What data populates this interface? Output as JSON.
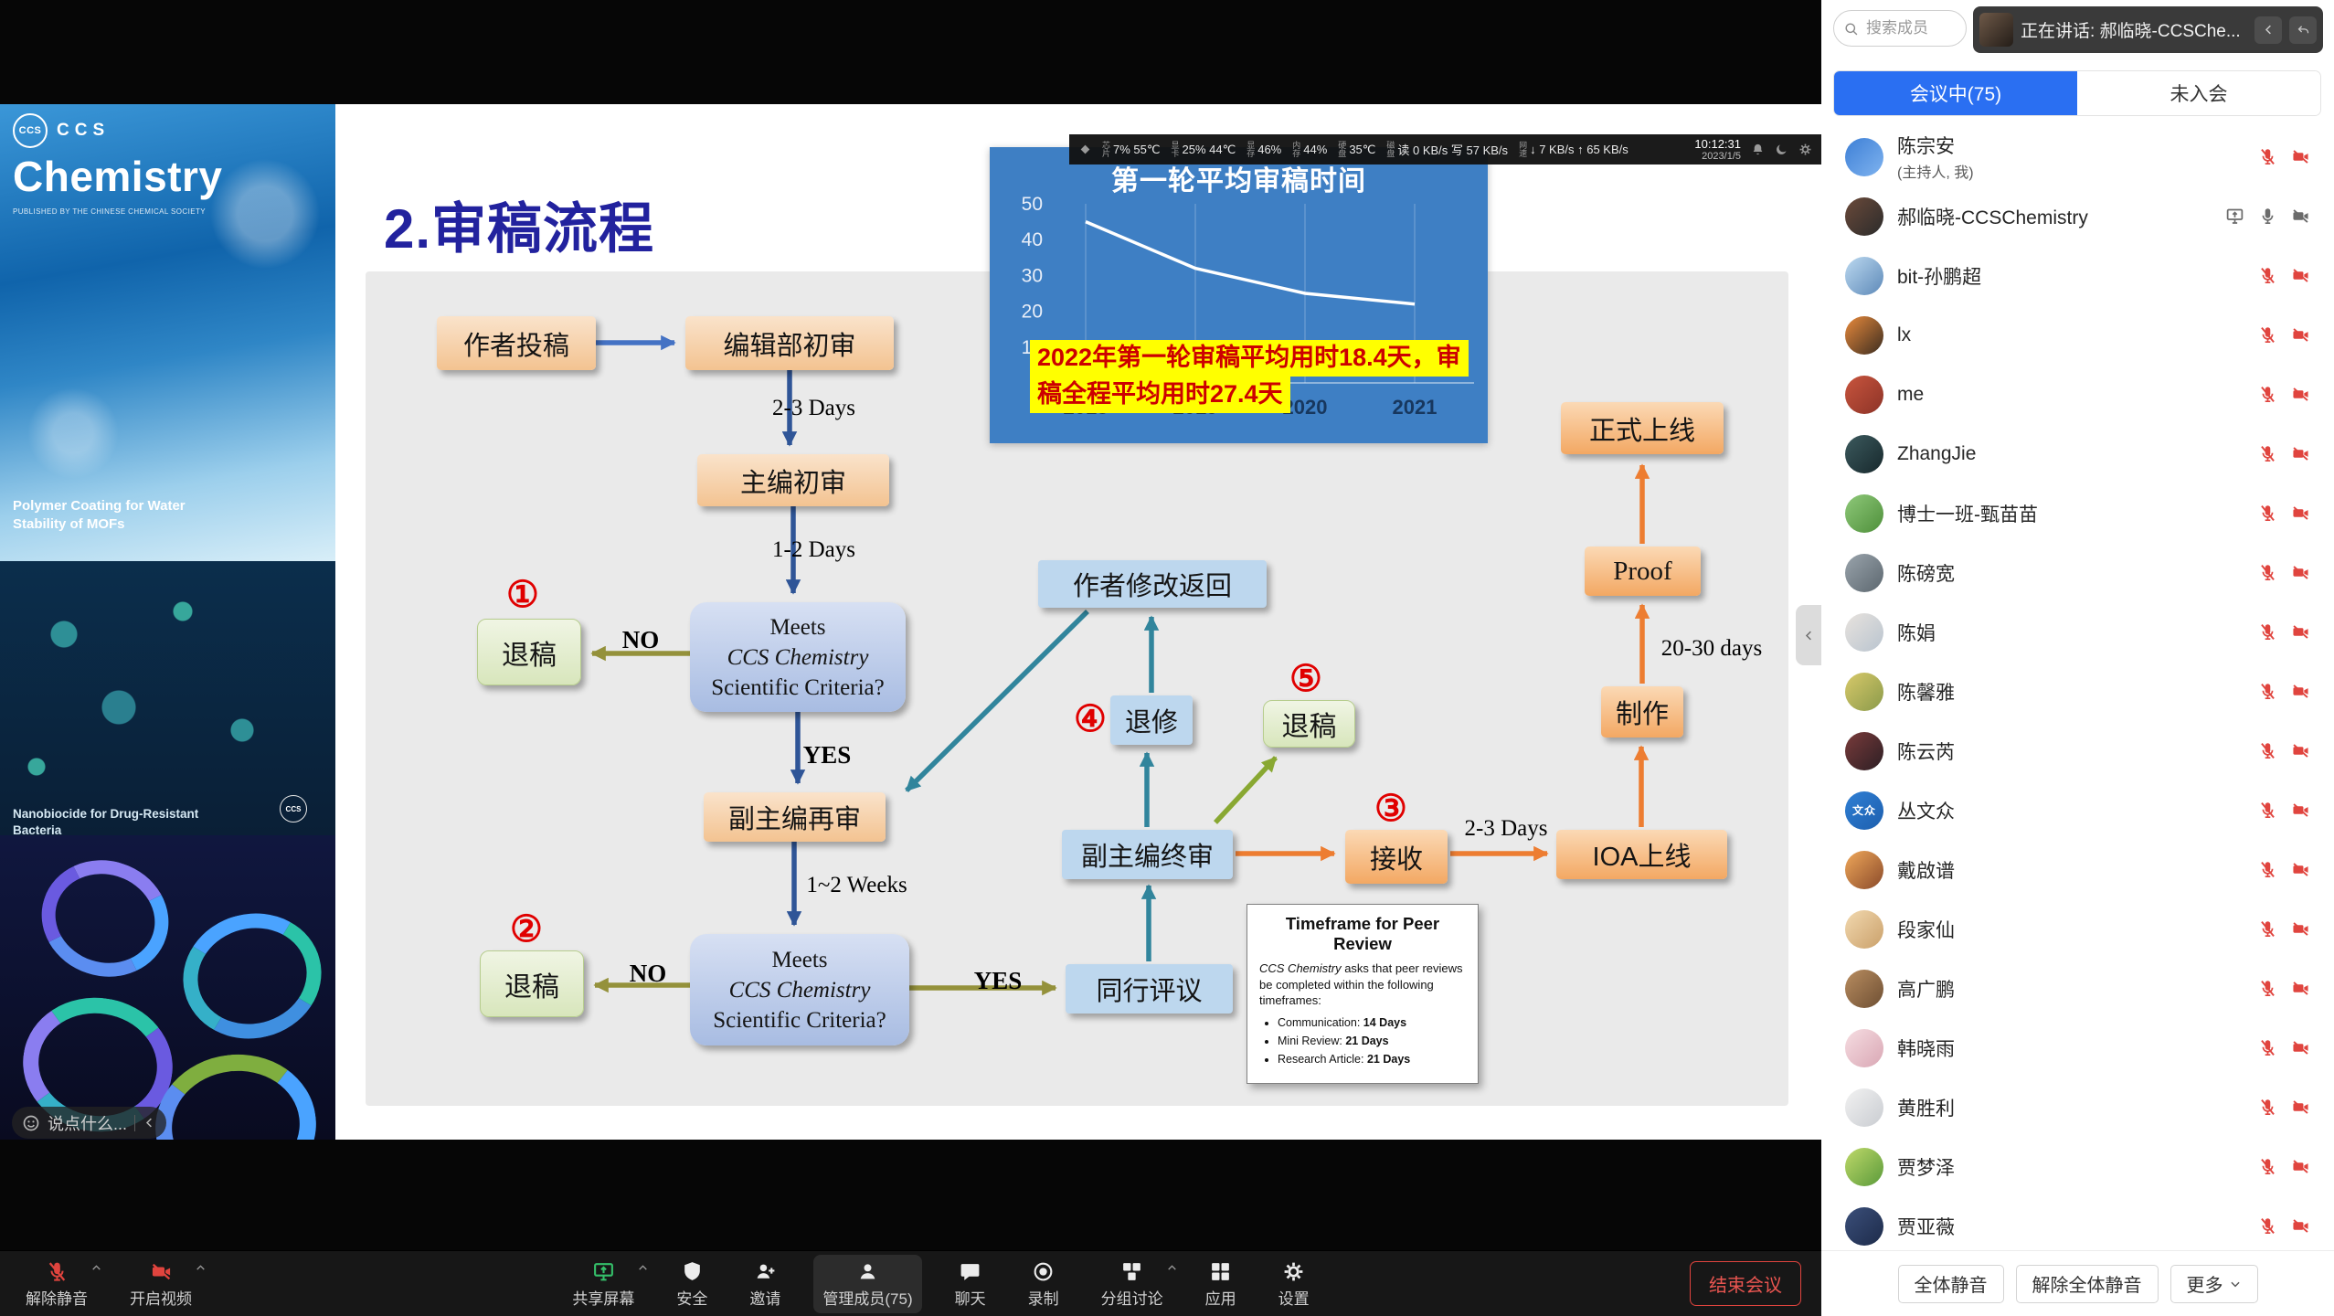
{
  "chart_data": {
    "type": "line",
    "title": "第一轮平均审稿时间",
    "x": [
      "2018",
      "2019",
      "2020",
      "2021"
    ],
    "values": [
      45,
      32,
      25,
      22
    ],
    "ylim": [
      0,
      50
    ],
    "yticks": [
      0,
      10,
      20,
      30,
      40,
      50
    ],
    "grid": "vertical",
    "line_color": "#ffffff",
    "background": "#3e7fc4",
    "annotation": "2022年第一轮审稿平均用时18.4天，审稿全程平均用时27.4天"
  },
  "share": {
    "monitor": {
      "segments": [
        {
          "label": "芯片",
          "value": "7%  55℃"
        },
        {
          "label": "显卡",
          "value": "25%  44℃"
        },
        {
          "label": "显存",
          "value": "46%"
        },
        {
          "label": "内存",
          "value": "44%"
        },
        {
          "label": "硬盘",
          "value": "35℃"
        },
        {
          "label": "磁盘",
          "value": "读 0 KB/s  写 57 KB/s"
        },
        {
          "label": "网速",
          "value": "↓ 7 KB/s  ↑ 65 KB/s"
        }
      ],
      "time": "10:12:31",
      "date": "2023/1/5"
    },
    "cover": {
      "roundel": "CCS",
      "brand_top": "CCS",
      "brand": "Chemistry",
      "publisher": "PUBLISHED BY THE CHINESE CHEMICAL SOCIETY",
      "feature1": "Polymer Coating for Water Stability of MOFs",
      "feature2": "Nanobiocide for Drug-Resistant Bacteria",
      "mini_logo": "CCS"
    },
    "slide": {
      "title": "2.审稿流程",
      "flow": {
        "author_submit": "作者投稿",
        "editorial_review": "编辑部初审",
        "chief_review": "主编初审",
        "assoc_review": "副主编再审",
        "assoc_final": "副主编终审",
        "peer_review": "同行评议",
        "author_return": "作者修改返回",
        "revise": "退修",
        "reject": "退稿",
        "accept": "接收",
        "ioa": "IOA上线",
        "production": "制作",
        "proof": "Proof",
        "online": "正式上线",
        "meets": "Meets",
        "journal": "CCS Chemistry",
        "criteria_q": "Scientific Criteria?",
        "yes": "YES",
        "no": "NO",
        "days23": "2-3 Days",
        "days12": "1-2 Days",
        "weeks12": "1~2 Weeks",
        "days2030": "20-30 days",
        "num1": "①",
        "num2": "②",
        "num3": "③",
        "num4": "④",
        "num5": "⑤"
      },
      "timeframe": {
        "title": "Timeframe for Peer Review",
        "intro_italic": "CCS Chemistry",
        "intro_rest": " asks that peer reviews be completed within the following timeframes:",
        "bullets": [
          {
            "label": "Communication: ",
            "value": "14 Days"
          },
          {
            "label": "Mini Review: ",
            "value": "21 Days"
          },
          {
            "label": "Research Article: ",
            "value": "21 Days"
          }
        ]
      },
      "highlight1": "2022年第一轮审稿平均用时18.4天，审",
      "highlight2": "稿全程平均用时27.4天"
    },
    "chat_placeholder": "说点什么..."
  },
  "sidebar": {
    "search_placeholder": "搜索成员",
    "speaking": "正在讲话: 郝临晓-CCSChe...",
    "tabs": {
      "active": "会议中(75)",
      "inactive": "未入会"
    },
    "participants": [
      {
        "name": "陈宗安",
        "sub": "(主持人, 我)",
        "avatar": {
          "c1": "#3d7fd6",
          "c2": "#7fb3ef"
        }
      },
      {
        "name": "郝临晓-CCSChemistry",
        "avatar": {
          "c1": "#6b4a3a",
          "c2": "#2b2b2b"
        },
        "variant": "presenter"
      },
      {
        "name": "bit-孙鹏超",
        "avatar": {
          "c1": "#bcd9f0",
          "c2": "#5d89b8"
        }
      },
      {
        "name": "lx",
        "avatar": {
          "c1": "#e98a3c",
          "c2": "#3a2c20"
        }
      },
      {
        "name": "me",
        "avatar": {
          "c1": "#c9553e",
          "c2": "#8c3327"
        }
      },
      {
        "name": "ZhangJie",
        "avatar": {
          "c1": "#3c5a5e",
          "c2": "#17282c"
        }
      },
      {
        "name": "博士一班-甄苗苗",
        "avatar": {
          "c1": "#8fc97a",
          "c2": "#4e8f3a"
        }
      },
      {
        "name": "陈磅宽",
        "avatar": {
          "c1": "#9aa4ac",
          "c2": "#5c676f"
        }
      },
      {
        "name": "陈娟",
        "avatar": {
          "c1": "#e8e3de",
          "c2": "#b9c4cf"
        }
      },
      {
        "name": "陈馨雅",
        "avatar": {
          "c1": "#d8c96a",
          "c2": "#8a9a4a"
        }
      },
      {
        "name": "陈云芮",
        "avatar": {
          "c1": "#7a3b3b",
          "c2": "#2c1f24"
        }
      },
      {
        "name": "丛文众",
        "avatar": {
          "c1": "#2f7fd4",
          "c2": "#1d5fae",
          "text": "文众"
        }
      },
      {
        "name": "戴啟谱",
        "avatar": {
          "c1": "#f0a85a",
          "c2": "#8a4a2a"
        }
      },
      {
        "name": "段家仙",
        "avatar": {
          "c1": "#f2d9b0",
          "c2": "#caa06a"
        }
      },
      {
        "name": "高广鹏",
        "avatar": {
          "c1": "#b98d60",
          "c2": "#6e4f33"
        }
      },
      {
        "name": "韩晓雨",
        "avatar": {
          "c1": "#f6dde2",
          "c2": "#d9a7b4"
        }
      },
      {
        "name": "黄胜利",
        "avatar": {
          "c1": "#f2f2f2",
          "c2": "#c9ccd1"
        }
      },
      {
        "name": "贾梦泽",
        "avatar": {
          "c1": "#bfd96a",
          "c2": "#5a9a3a"
        }
      },
      {
        "name": "贾亚薇",
        "avatar": {
          "c1": "#3b4f7a",
          "c2": "#1d2b4a"
        }
      }
    ],
    "footer": {
      "mute_all": "全体静音",
      "unmute_all": "解除全体静音",
      "more": "更多"
    }
  },
  "toolbar": {
    "items": [
      {
        "id": "unmute",
        "label": "解除静音",
        "icon": "mic-off",
        "color": "#e0443e",
        "caret": true,
        "group": "left"
      },
      {
        "id": "start-video",
        "label": "开启视频",
        "icon": "cam-off",
        "color": "#e0443e",
        "caret": true,
        "group": "left"
      },
      {
        "id": "share-screen",
        "label": "共享屏幕",
        "icon": "screen",
        "color": "#35c06a",
        "caret": true
      },
      {
        "id": "security",
        "label": "安全",
        "icon": "shield"
      },
      {
        "id": "invite",
        "label": "邀请",
        "icon": "invite"
      },
      {
        "id": "members",
        "label": "管理成员(75)",
        "icon": "member",
        "active": true
      },
      {
        "id": "chat",
        "label": "聊天",
        "icon": "chat"
      },
      {
        "id": "record",
        "label": "录制",
        "icon": "record"
      },
      {
        "id": "breakout",
        "label": "分组讨论",
        "icon": "breakout",
        "caret": true
      },
      {
        "id": "apps",
        "label": "应用",
        "icon": "apps"
      },
      {
        "id": "settings",
        "label": "设置",
        "icon": "gear"
      }
    ],
    "end": "结束会议"
  }
}
